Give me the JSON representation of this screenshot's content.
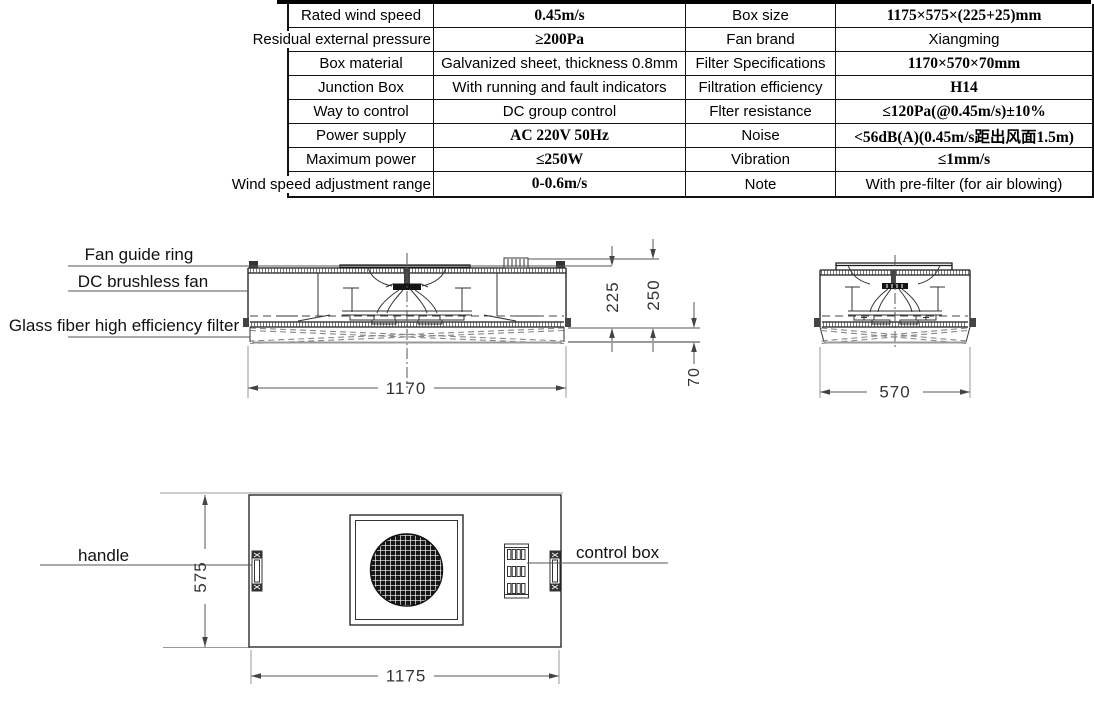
{
  "table": {
    "rows": [
      {
        "label_left": "Rated wind speed",
        "value_left": "0.45m/s",
        "label_right": "Box size",
        "value_right": "1175×575×(225+25)mm"
      },
      {
        "label_left": "Residual external pressure",
        "value_left": "≥200Pa",
        "label_right": "Fan brand",
        "value_right": "Xiangming"
      },
      {
        "label_left": "Box material",
        "value_left": "Galvanized sheet, thickness 0.8mm",
        "label_right": "Filter Specifications",
        "value_right": "1170×570×70mm"
      },
      {
        "label_left": "Junction Box",
        "value_left": "With running and fault indicators",
        "label_right": "Filtration efficiency",
        "value_right": "H14"
      },
      {
        "label_left": "Way to control",
        "value_left": "DC group control",
        "label_right": "Flter resistance",
        "value_right": "≤120Pa(@0.45m/s)±10%"
      },
      {
        "label_left": "Power supply",
        "value_left": "AC 220V 50Hz",
        "label_right": "Noise",
        "value_right": "<56dB(A)(0.45m/s距出风面1.5m)"
      },
      {
        "label_left": "Maximum power",
        "value_left": "≤250W",
        "label_right": "Vibration",
        "value_right": "≤1mm/s"
      },
      {
        "label_left": "Wind speed adjustment range",
        "value_left": "0-0.6m/s",
        "label_right": "Note",
        "value_right": "With pre-filter (for air blowing)"
      }
    ]
  },
  "drawings": {
    "front_view": {
      "callouts": [
        "Fan guide ring",
        "DC brushless fan",
        "Glass fiber high efficiency filter"
      ],
      "dimensions": {
        "width": "1170",
        "box_height": "225",
        "total_height": "250",
        "filter_height": "70"
      }
    },
    "side_view": {
      "dimensions": {
        "width": "570"
      }
    },
    "bottom_view": {
      "callouts": [
        "handle",
        "control box"
      ],
      "dimensions": {
        "width": "1175",
        "height": "575"
      }
    }
  }
}
